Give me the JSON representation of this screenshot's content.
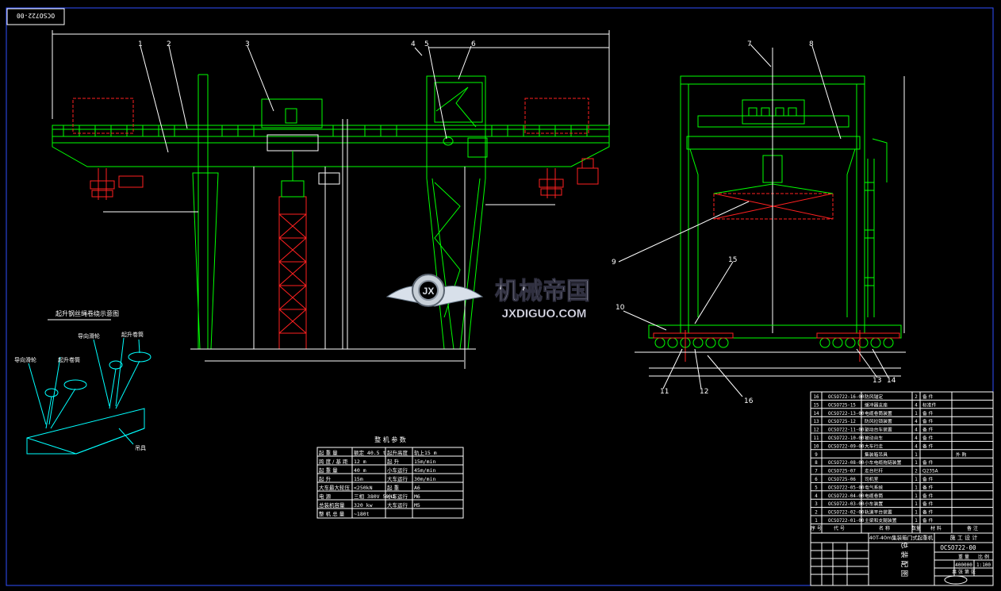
{
  "drawing_number": "OCSO722-00",
  "callouts": [
    "1",
    "2",
    "3",
    "4",
    "5",
    "6",
    "7",
    "8",
    "9",
    "10",
    "11",
    "12",
    "13",
    "14",
    "15",
    "16"
  ],
  "detail": {
    "title": "起升钢丝绳卷绕示意图",
    "labels": [
      "导向滑轮",
      "起升卷筒",
      "导向滑轮",
      "起升卷筒",
      "吊具"
    ]
  },
  "params": {
    "title": "整 机 参 数",
    "rows": [
      [
        "起 重 量",
        "额定 40.5 t",
        "起升高度",
        "轨上15 m"
      ],
      [
        "跨 度 / 基 距",
        "12 m",
        "起 升",
        "15m/min"
      ],
      [
        "起 重 量",
        "40 m",
        "小车运行",
        "45m/min"
      ],
      [
        "起 升",
        "15m",
        "大车运行",
        "30m/min"
      ],
      [
        "大车最大轮压",
        "<250kN",
        "起 重",
        "A6"
      ],
      [
        "电 源",
        "三相 380V 50Hz",
        "小车运行",
        "M6"
      ],
      [
        "总装机容量",
        "320 kw",
        "大车运行",
        "M5"
      ],
      [
        "整 机 总 量",
        "~180t",
        "",
        ""
      ]
    ]
  },
  "bom": {
    "rows": [
      [
        "16",
        "OCSO722-16-00",
        "防风锚定",
        "2",
        "备 件",
        ""
      ],
      [
        "15",
        "OCSO725-15",
        "缓冲器支座",
        "4",
        "标准件",
        ""
      ],
      [
        "14",
        "OCSO722-13-00",
        "电缆卷筒装置",
        "1",
        "备 件",
        ""
      ],
      [
        "13",
        "OCSO725-12",
        "防风拉锁装置",
        "4",
        "备 件",
        ""
      ],
      [
        "12",
        "OCSO722-11-00",
        "驱动台车装置",
        "4",
        "备 件",
        ""
      ],
      [
        "11",
        "OCSO722-10-00",
        "被动台车",
        "4",
        "备 件",
        ""
      ],
      [
        "10",
        "OCSO722-09-00",
        "大车行走",
        "4",
        "备 件",
        ""
      ],
      [
        "9",
        "",
        "集装箱吊具",
        "1",
        "",
        "外 购"
      ],
      [
        "8",
        "OCSO722-08-00",
        "小车电缆拖链装置",
        "1",
        "备 件",
        ""
      ],
      [
        "7",
        "OCSO725-07",
        "走台栏杆",
        "2",
        "Q235A",
        ""
      ],
      [
        "6",
        "OCSO725-06",
        "司机室",
        "1",
        "备 件",
        ""
      ],
      [
        "5",
        "OCSO722-05-00",
        "电气系统",
        "1",
        "备 件",
        ""
      ],
      [
        "4",
        "OCSO722-04-00",
        "电缆卷筒",
        "1",
        "备 件",
        ""
      ],
      [
        "3",
        "OCSO722-03-00",
        "小车装置",
        "1",
        "备 件",
        ""
      ],
      [
        "2",
        "OCSO722-02-00",
        "轨道平台装置",
        "1",
        "备 件",
        ""
      ],
      [
        "1",
        "OCSO722-01-00",
        "主梁和支腿装置",
        "1",
        "备 件",
        ""
      ]
    ],
    "header": [
      "序 号",
      "代 号",
      "名 称",
      "数量",
      "材 料",
      "备 注"
    ]
  },
  "title_block": {
    "project": "40T-40m集装箱门式起重机",
    "company": "施 工 设 计",
    "drawing_no": "OCSO722-00",
    "name": "总 装 配 图",
    "scale_label": "比 例",
    "scale": "1:100",
    "weight_label": "重 量",
    "weight": "400000",
    "sheet": "共 张  第 张"
  },
  "watermark": {
    "cn": "机械帝国",
    "en": "JXDIGUO.COM"
  },
  "colors": {
    "background": "#000000",
    "frame": "#3050ff",
    "structure": "#00ff00",
    "hidden": "#ff2020",
    "text": "#ffffff",
    "leader": "#00ffff"
  }
}
